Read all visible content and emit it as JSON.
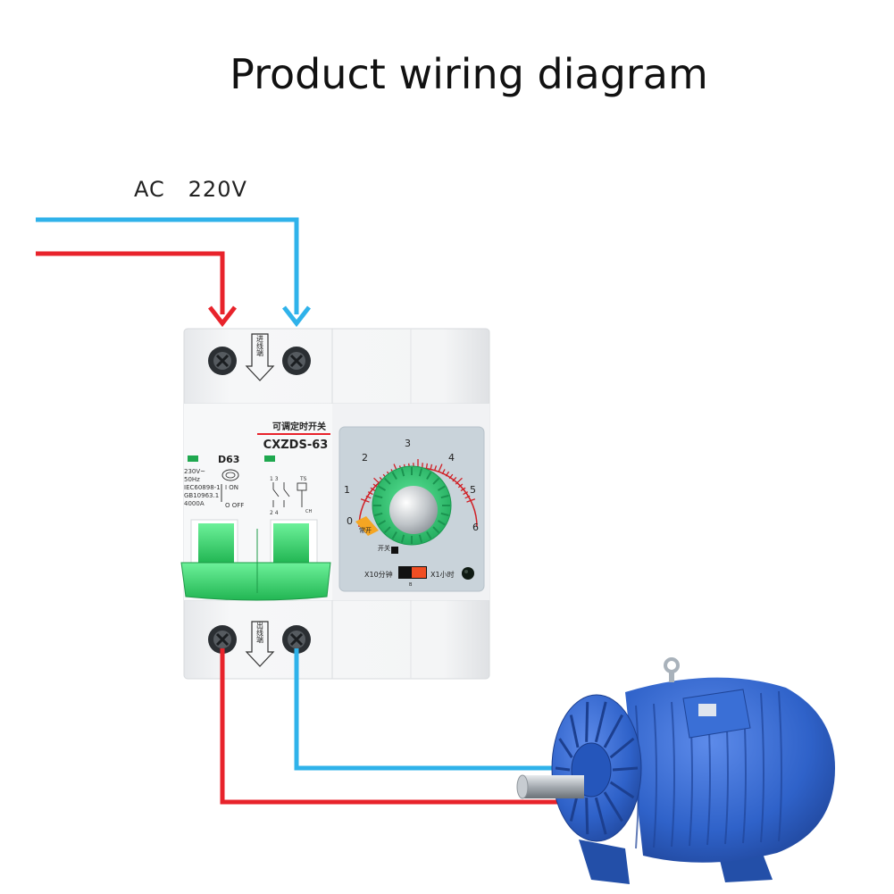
{
  "title": "Product wiring diagram",
  "supply": {
    "type": "AC",
    "voltage": "220V"
  },
  "breaker": {
    "top_terminal_label": "进线端",
    "bottom_terminal_label": "出线端",
    "title_cn": "可调定时开关",
    "model": "CXZDS-63",
    "rating": "D63",
    "specs": [
      "230V~",
      "50Hz",
      "IEC60898-1",
      "GB10963.1",
      "4000A"
    ],
    "on_label": "I ON",
    "off_label": "O OFF",
    "terminal_numbers_top": "1 3",
    "terminal_numbers_bottom": "2 4",
    "ts_label": "TS",
    "ch_label": "CH"
  },
  "timer": {
    "dial_numbers": [
      "0",
      "1",
      "2",
      "3",
      "4",
      "5",
      "6"
    ],
    "always_on_label": "常开",
    "switch_label": "开关",
    "range_minutes": "X10分钟",
    "range_hours": "X1小时",
    "switch_marker": "B"
  },
  "colors": {
    "live_wire": "#e8232b",
    "neutral_wire": "#2fb2ea",
    "breaker_handle": "#35d36a",
    "knob": "#3fd17a",
    "motor": "#2f62c9",
    "housing": "#f3f4f6"
  }
}
